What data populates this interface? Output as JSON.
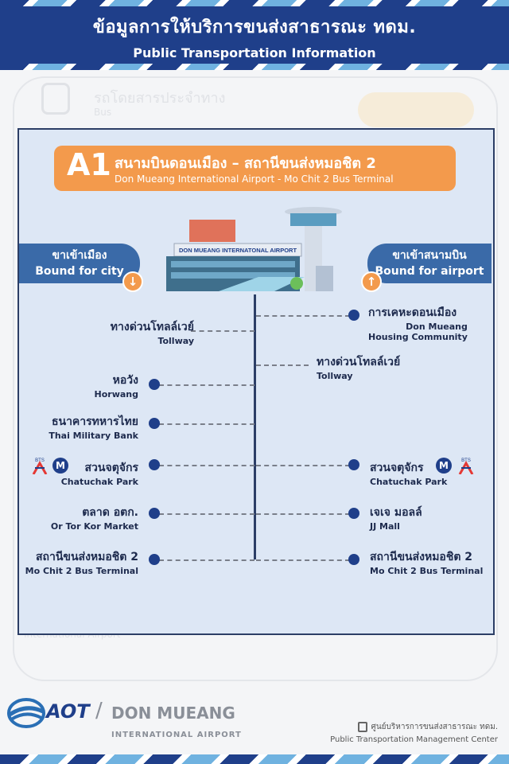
{
  "header": {
    "title_th": "ข้อมูลการให้บริการขนส่งสาธารณะ ทดม.",
    "title_en": "Public Transportation Information"
  },
  "background": {
    "title_th": "รถโดยสารประจำทาง",
    "title_en": "Bus",
    "bottom_text": "International Airport"
  },
  "route": {
    "code": "A1",
    "name_th": "สนามบินดอนเมือง – สถานีขนส่งหมอชิต 2",
    "name_en": "Don Mueang International Airport - Mo Chit 2 Bus Terminal"
  },
  "airport_sign": "DON MUEANG INTERNATONAL AIRPORT",
  "bound_city": {
    "th": "ขาเข้าเมือง",
    "en": "Bound for city",
    "arrow": "down-arrow"
  },
  "bound_airport": {
    "th": "ขาเข้าสนามบิน",
    "en": "Bound for airport",
    "arrow": "up-arrow"
  },
  "stops_city": [
    {
      "th": "ทางด่วนโทลล์เวย์",
      "en": "Tollway"
    },
    {
      "th": "หอวัง",
      "en": "Horwang"
    },
    {
      "th": "ธนาคารทหารไทย",
      "en": "Thai Military Bank"
    },
    {
      "th": "สวนจตุจักร",
      "en": "Chatuchak Park"
    },
    {
      "th": "ตลาด อตก.",
      "en": "Or Tor Kor Market"
    },
    {
      "th": "สถานีขนส่งหมอชิต 2",
      "en": "Mo Chit 2 Bus Terminal"
    }
  ],
  "stops_airport": [
    {
      "th": "การเคหะดอนเมือง",
      "en": "Don Mueang\nHousing Community"
    },
    {
      "th": "ทางด่วนโทลล์เวย์",
      "en": "Tollway"
    },
    {
      "th": "สวนจตุจักร",
      "en": "Chatuchak Park"
    },
    {
      "th": "เจเจ มอลล์",
      "en": "JJ Mall"
    },
    {
      "th": "สถานีขนส่งหมอชิต 2",
      "en": "Mo Chit 2 Bus Terminal"
    }
  ],
  "icons": {
    "metro": "M",
    "bts": "BTS"
  },
  "footer": {
    "aot": "AOT",
    "slash": "/",
    "don_mueang": "DON MUEANG",
    "intl_airport": "INTERNATIONAL AIRPORT",
    "center_th": "ศูนย์บริหารการขนส่งสาธารณะ ทดม.",
    "center_en": "Public Transportation Management Center"
  },
  "colors": {
    "navy": "#1f3f8a",
    "orange": "#f39a4c",
    "panel": "#dde7f5",
    "bound": "#3a6aa8"
  }
}
